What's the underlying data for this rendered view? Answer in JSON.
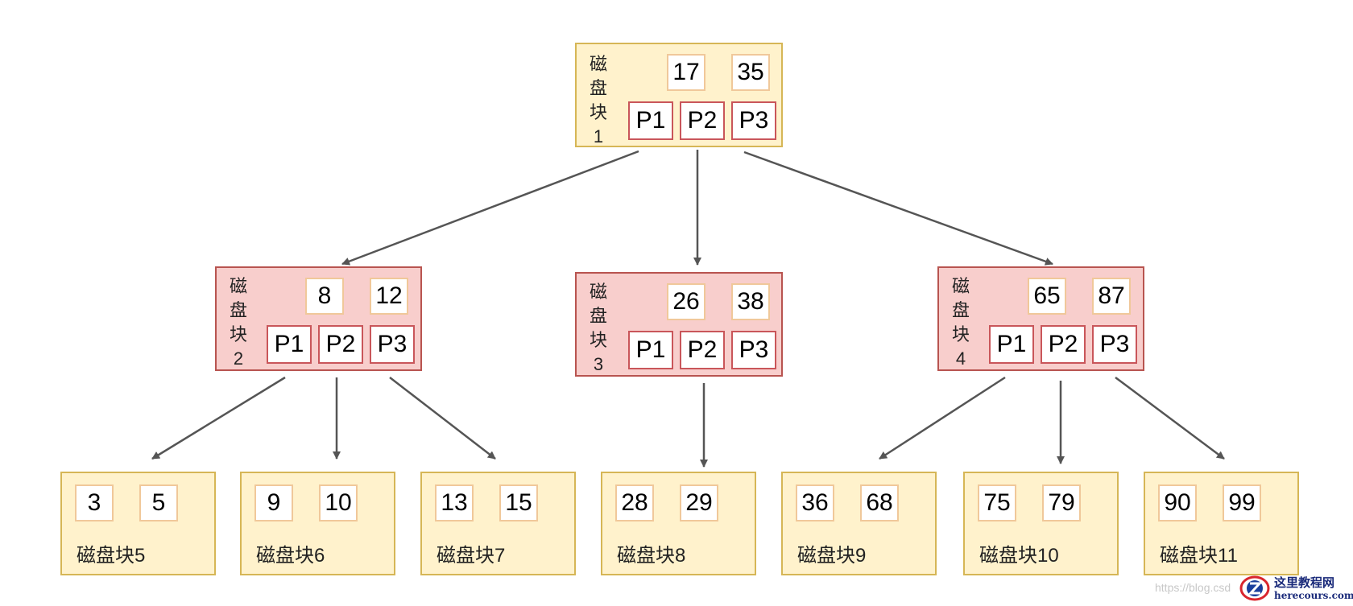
{
  "root": {
    "label_chars": [
      "磁",
      "盘",
      "块",
      "1"
    ],
    "keys": [
      "17",
      "35"
    ],
    "pointers": [
      "P1",
      "P2",
      "P3"
    ]
  },
  "middle": [
    {
      "label_chars": [
        "磁",
        "盘",
        "块",
        "2"
      ],
      "keys": [
        "8",
        "12"
      ],
      "pointers": [
        "P1",
        "P2",
        "P3"
      ]
    },
    {
      "label_chars": [
        "磁",
        "盘",
        "块",
        "3"
      ],
      "keys": [
        "26",
        "38"
      ],
      "pointers": [
        "P1",
        "P2",
        "P3"
      ]
    },
    {
      "label_chars": [
        "磁",
        "盘",
        "块",
        "4"
      ],
      "keys": [
        "65",
        "87"
      ],
      "pointers": [
        "P1",
        "P2",
        "P3"
      ]
    }
  ],
  "leaves": [
    {
      "label": "磁盘块5",
      "keys": [
        "3",
        "5"
      ]
    },
    {
      "label": "磁盘块6",
      "keys": [
        "9",
        "10"
      ]
    },
    {
      "label": "磁盘块7",
      "keys": [
        "13",
        "15"
      ]
    },
    {
      "label": "磁盘块8",
      "keys": [
        "28",
        "29"
      ]
    },
    {
      "label": "磁盘块9",
      "keys": [
        "36",
        "68"
      ]
    },
    {
      "label": "磁盘块10",
      "keys": [
        "75",
        "79"
      ]
    },
    {
      "label": "磁盘块11",
      "keys": [
        "90",
        "99"
      ]
    }
  ],
  "colors": {
    "yellow_fill": "#fff2cc",
    "yellow_border": "#d6b656",
    "red_fill": "#f8cecc",
    "red_border": "#b85450",
    "arrow": "#555555"
  },
  "watermark": {
    "url_text": "https://blog.csd",
    "site_name": "这里教程网",
    "site_domain": "herecours.com"
  }
}
